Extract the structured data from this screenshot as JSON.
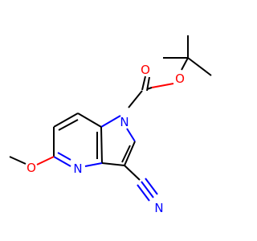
{
  "atoms": {
    "n_pyrrole": "N",
    "n_pyridine": "N",
    "n_nitrile": "N",
    "o_carbonyl": "O",
    "o_ester": "O",
    "o_methoxy": "O"
  },
  "colors": {
    "carbon": "#000000",
    "nitrogen": "#0000ff",
    "oxygen": "#ff0000",
    "background": "#ffffff"
  }
}
